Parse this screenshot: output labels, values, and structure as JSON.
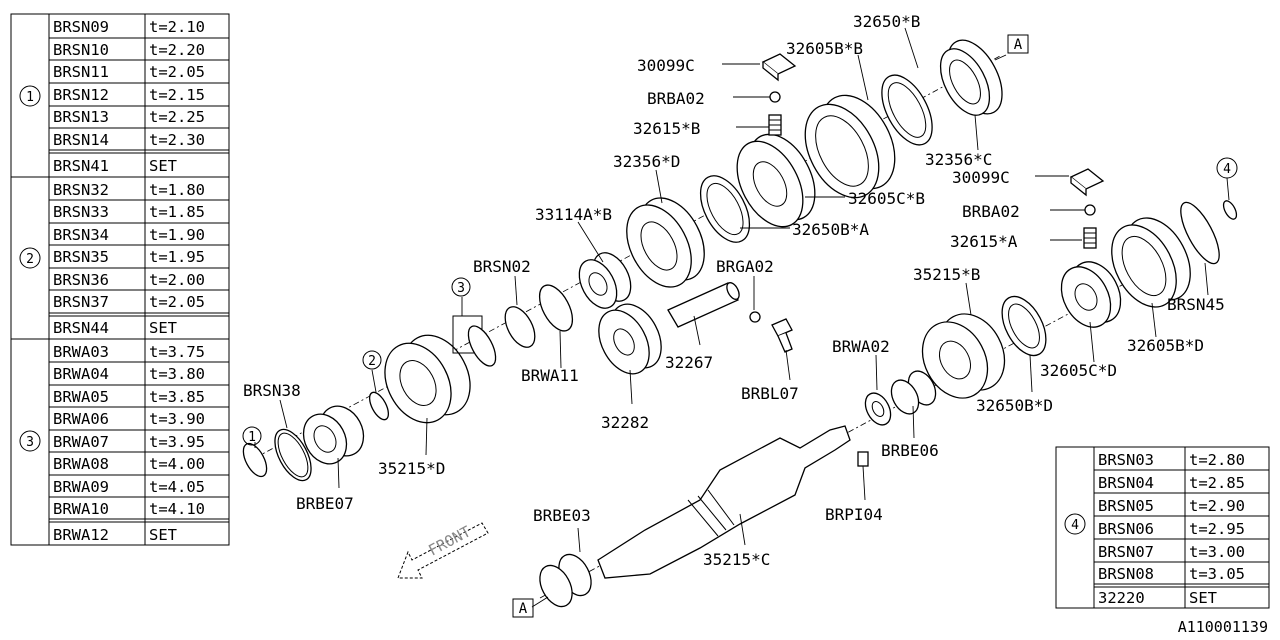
{
  "tables": {
    "left": {
      "groups": [
        {
          "key": "1",
          "rows": [
            {
              "part": "BRSN09",
              "value": "t=2.10"
            },
            {
              "part": "BRSN10",
              "value": "t=2.20"
            },
            {
              "part": "BRSN11",
              "value": "t=2.05"
            },
            {
              "part": "BRSN12",
              "value": "t=2.15"
            },
            {
              "part": "BRSN13",
              "value": "t=2.25"
            },
            {
              "part": "BRSN14",
              "value": "t=2.30"
            },
            {
              "part": "BRSN41",
              "value": "SET"
            }
          ]
        },
        {
          "key": "2",
          "rows": [
            {
              "part": "BRSN32",
              "value": "t=1.80"
            },
            {
              "part": "BRSN33",
              "value": "t=1.85"
            },
            {
              "part": "BRSN34",
              "value": "t=1.90"
            },
            {
              "part": "BRSN35",
              "value": "t=1.95"
            },
            {
              "part": "BRSN36",
              "value": "t=2.00"
            },
            {
              "part": "BRSN37",
              "value": "t=2.05"
            },
            {
              "part": "BRSN44",
              "value": "SET"
            }
          ]
        },
        {
          "key": "3",
          "rows": [
            {
              "part": "BRWA03",
              "value": "t=3.75"
            },
            {
              "part": "BRWA04",
              "value": "t=3.80"
            },
            {
              "part": "BRWA05",
              "value": "t=3.85"
            },
            {
              "part": "BRWA06",
              "value": "t=3.90"
            },
            {
              "part": "BRWA07",
              "value": "t=3.95"
            },
            {
              "part": "BRWA08",
              "value": "t=4.00"
            },
            {
              "part": "BRWA09",
              "value": "t=4.05"
            },
            {
              "part": "BRWA10",
              "value": "t=4.10"
            },
            {
              "part": "BRWA12",
              "value": "SET"
            }
          ]
        }
      ]
    },
    "right": {
      "groups": [
        {
          "key": "4",
          "rows": [
            {
              "part": "BRSN03",
              "value": "t=2.80"
            },
            {
              "part": "BRSN04",
              "value": "t=2.85"
            },
            {
              "part": "BRSN05",
              "value": "t=2.90"
            },
            {
              "part": "BRSN06",
              "value": "t=2.95"
            },
            {
              "part": "BRSN07",
              "value": "t=3.00"
            },
            {
              "part": "BRSN08",
              "value": "t=3.05"
            },
            {
              "part": "32220",
              "value": "SET"
            }
          ]
        }
      ]
    }
  },
  "callouts": {
    "p32650_b": "32650*B",
    "p32605b_b": "32605B*B",
    "p30099c_top": "30099C",
    "pbrba02_top": "BRBA02",
    "p32615_b": "32615*B",
    "p32356_c": "32356*C",
    "p32356_d": "32356*D",
    "p32605c_b": "32605C*B",
    "p30099c_right": "30099C",
    "pbrba02_right": "BRBA02",
    "p33114a_b": "33114A*B",
    "p32650b_a": "32650B*A",
    "p32615_a": "32615*A",
    "pbrsn02": "BRSN02",
    "pbrga02": "BRGA02",
    "p35215_b": "35215*B",
    "pbrsn45": "BRSN45",
    "pbrwa11": "BRWA11",
    "p32267": "32267",
    "p32605b_d": "32605B*D",
    "pbrwa02": "BRWA02",
    "pbrbl07": "BRBL07",
    "p32605c_d": "32605C*D",
    "pbrsn38": "BRSN38",
    "p32282": "32282",
    "p32650b_d": "32650B*D",
    "p35215_d": "35215*D",
    "pbrbe06": "BRBE06",
    "pbrbe07": "BRBE07",
    "pbrpi04": "BRPI04",
    "pbrbe03": "BRBE03",
    "p35215_c": "35215*C"
  },
  "refs": {
    "circle_1": "1",
    "circle_2": "2",
    "circle_3": "3",
    "circle_4": "4",
    "box_a_top": "A",
    "box_a_bottom": "A"
  },
  "front_label": "FRONT",
  "figure_id": "A110001139"
}
